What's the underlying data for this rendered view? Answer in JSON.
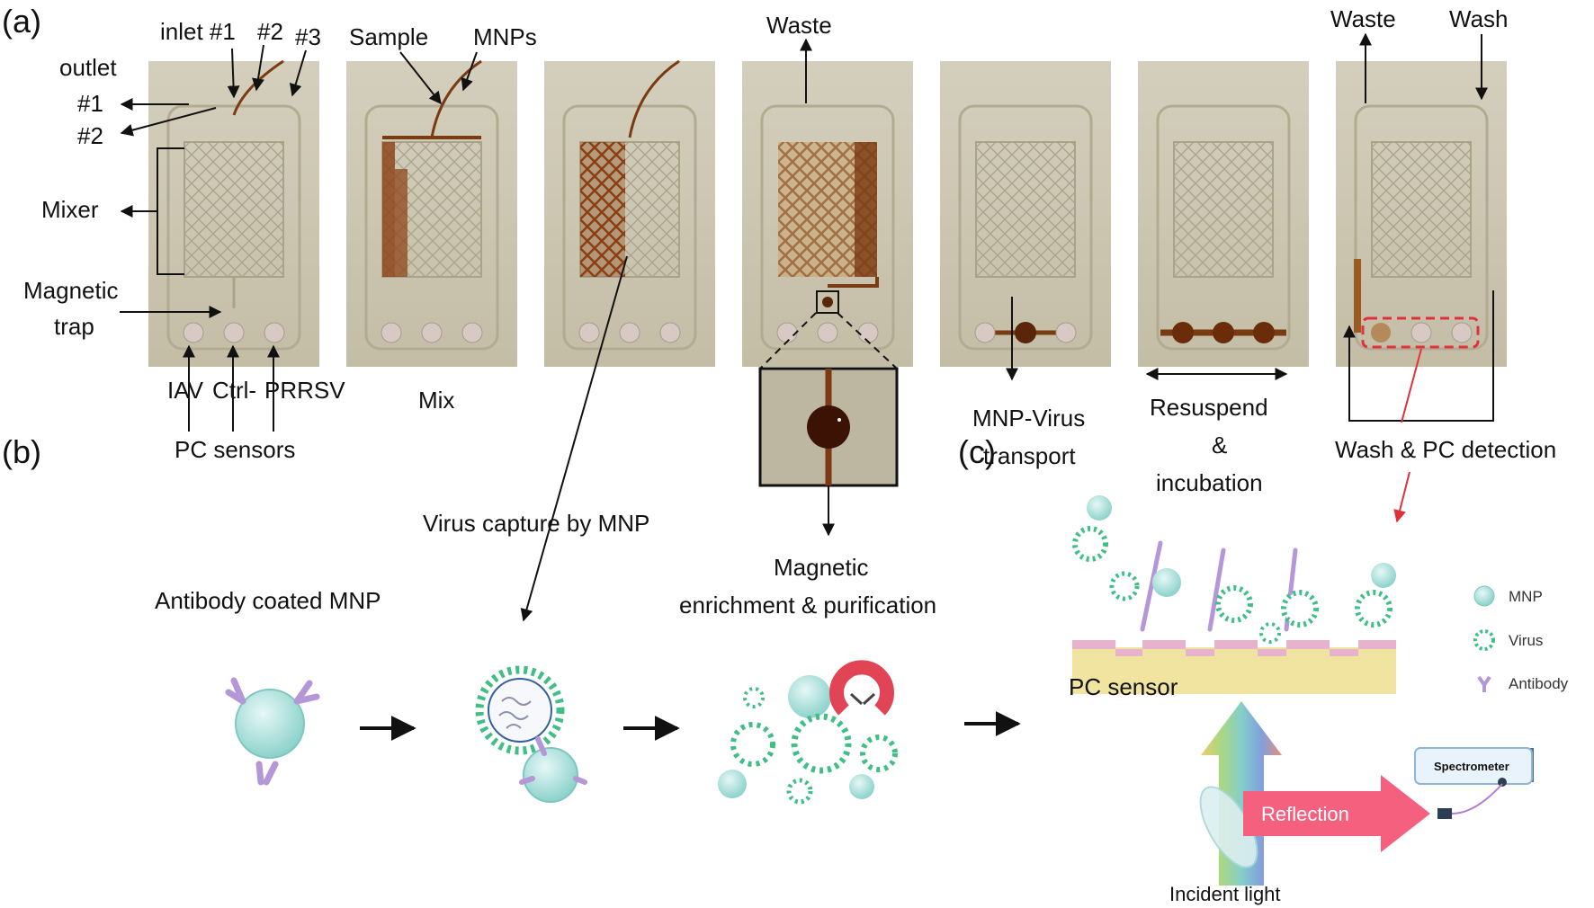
{
  "panels": {
    "a": "(a)",
    "b": "(b)",
    "c": "(c)"
  },
  "a": {
    "inlet_label": "inlet #1",
    "inlet2": "#2",
    "inlet3": "#3",
    "outlet": "outlet",
    "outlet1": "#1",
    "outlet2": "#2",
    "mixer": "Mixer",
    "magnetic": "Magnetic",
    "trap": "trap",
    "iav": "IAV",
    "ctrl": "Ctrl-",
    "prrsv": "PRRSV",
    "pc_sensors": "PC sensors",
    "sample": "Sample",
    "mnps": "MNPs",
    "mix": "Mix",
    "waste": "Waste",
    "waste2": "Waste",
    "wash": "Wash",
    "mnp_virus_1": "MNP-Virus",
    "mnp_virus_2": "transport",
    "resuspend_1": "Resuspend",
    "resuspend_2": "&",
    "resuspend_3": "incubation",
    "wash_pc": "Wash & PC detection"
  },
  "b": {
    "antibody_mnp": "Antibody coated MNP",
    "virus_capture": "Virus capture by MNP",
    "magnetic_1": "Magnetic",
    "magnetic_2": "enrichment & purification"
  },
  "c": {
    "pc_sensor": "PC sensor",
    "legend_mnp": "MNP",
    "legend_virus": "Virus",
    "legend_antibody": "Antibody",
    "spectrometer": "Spectrometer",
    "reflection": "Reflection",
    "incident": "Incident light"
  },
  "colors": {
    "chip_bg": "#c9c3ad",
    "channel_brown": "#7a3a12",
    "mnp": "#a8ded8",
    "virus_green": "#3fbf86",
    "antibody": "#b596d8",
    "sensor_yellow": "#f1e3a0",
    "sensor_pink": "#e7b2cc",
    "reflection": "#f5607f",
    "dashed_red": "#e0303a"
  }
}
